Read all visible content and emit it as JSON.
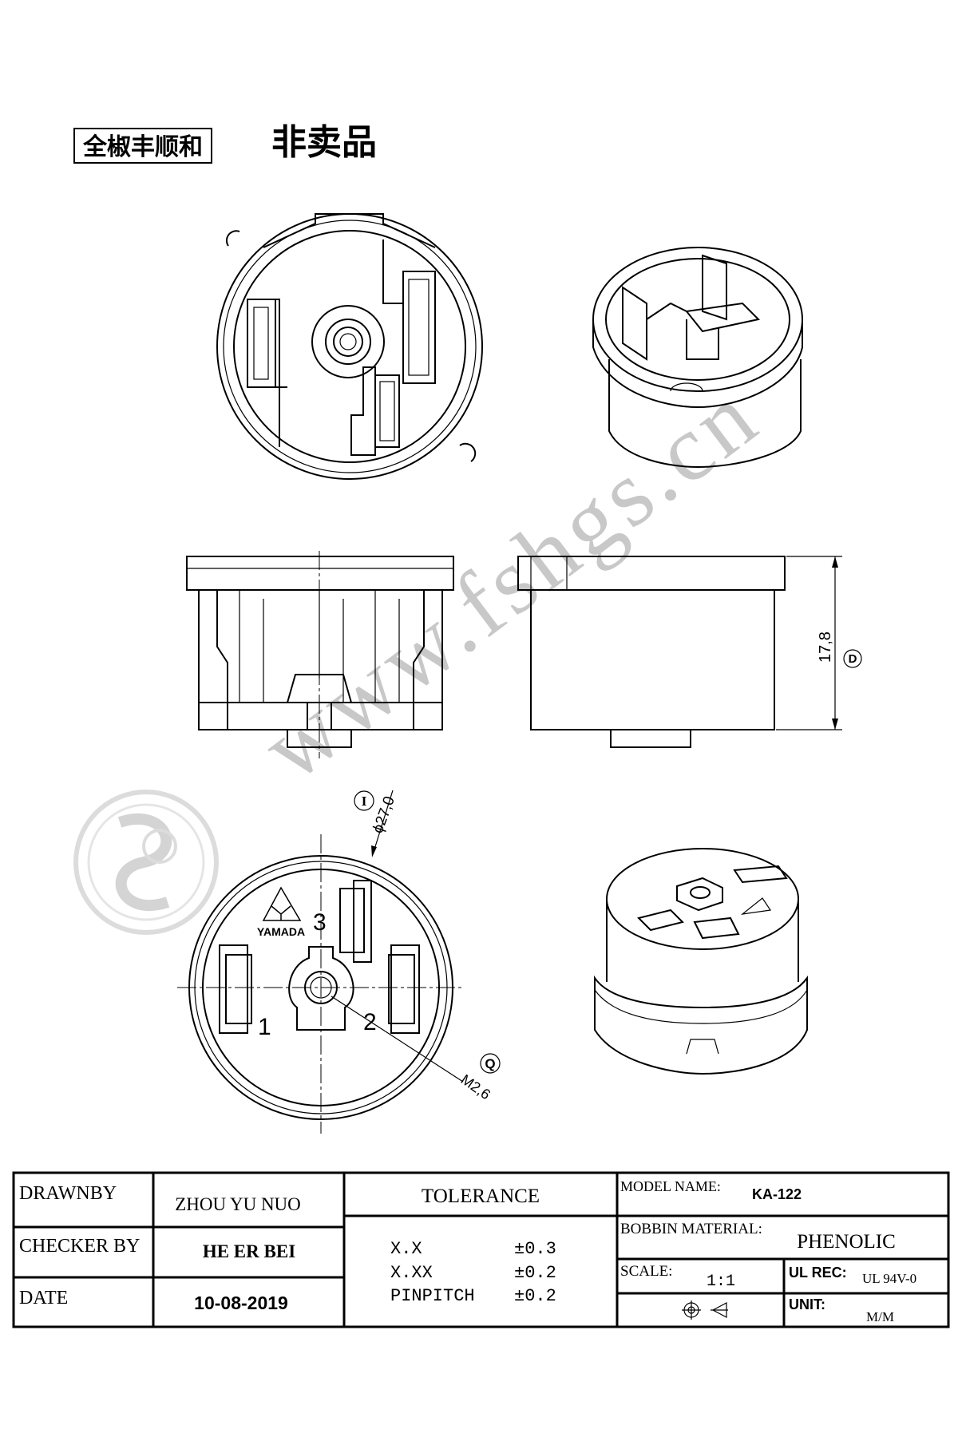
{
  "header": {
    "company_label": "全椒丰顺和",
    "notice": "非卖品"
  },
  "watermark": {
    "text": "www.fshgs.cn"
  },
  "drawing": {
    "height_dimension": "17,8",
    "height_marker": "D",
    "diameter_marker": "I",
    "diameter_dimension": "ϕ27,0",
    "thread_marker": "Q",
    "thread_dimension": "M2,6",
    "pin_labels": [
      "1",
      "2",
      "3"
    ],
    "logo_text": "YAMADA"
  },
  "title_block": {
    "drawn_by_label": "DRAWNBY",
    "drawn_by_value": "ZHOU YU NUO",
    "checker_label": "CHECKER BY",
    "checker_value": "HE ER BEI",
    "date_label": "DATE",
    "date_value": "10-08-2019",
    "tolerance_label": "TOLERANCE",
    "tolerances": [
      {
        "name": "X.X",
        "value": "±0.3"
      },
      {
        "name": "X.XX",
        "value": "±0.2"
      },
      {
        "name": "PINPITCH",
        "value": "±0.2"
      }
    ],
    "model_label": "MODEL NAME:",
    "model_value": "KA-122",
    "material_label": "BOBBIN MATERIAL:",
    "material_value": "PHENOLIC",
    "scale_label": "SCALE:",
    "scale_value": "1:1",
    "ul_label": "UL REC:",
    "ul_value": "UL 94V-0",
    "unit_label": "UNIT:",
    "unit_value": "M/M"
  }
}
